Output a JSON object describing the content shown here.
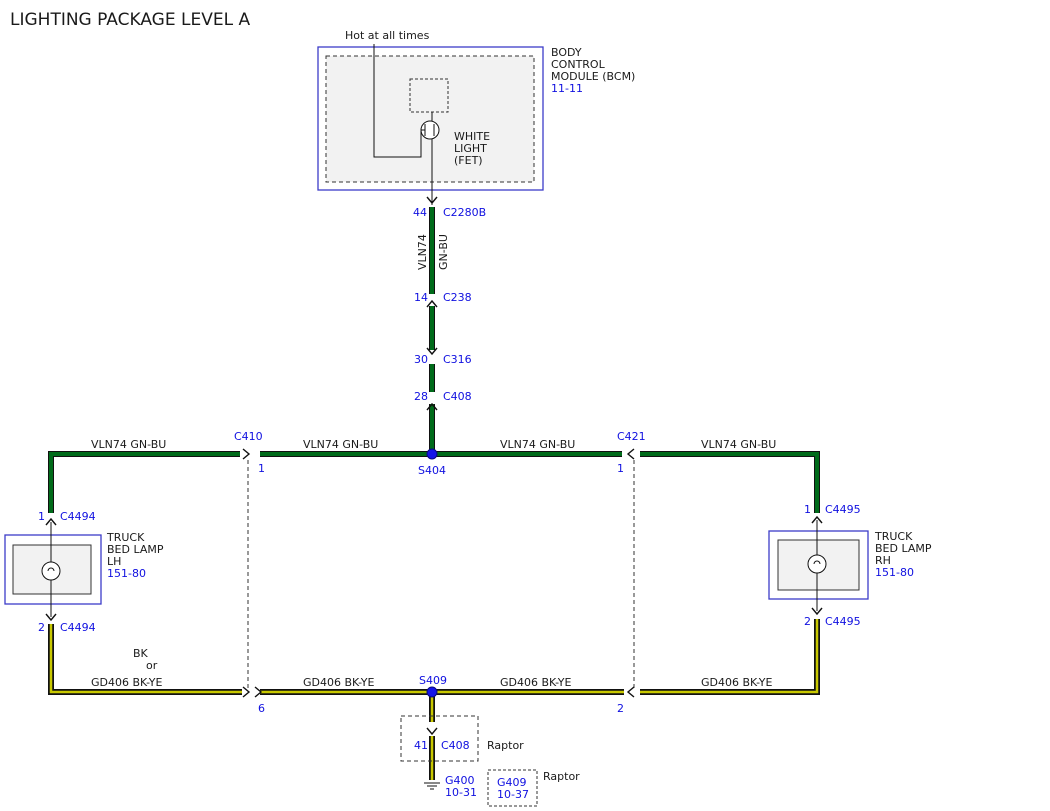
{
  "title": "LIGHTING PACKAGE LEVEL A",
  "colors": {
    "green_wire": "#006b1a",
    "yellow_wire": "#c8c800",
    "connector_text": "#1010e0",
    "module_outline": "#3c3cc8",
    "module_fill": "#f2f2f2"
  },
  "bcm": {
    "hot_label": "Hot at all times",
    "name_line1": "BODY",
    "name_line2": "CONTROL",
    "name_line3": "MODULE (BCM)",
    "ref": "11-11",
    "fet_line1": "WHITE",
    "fet_line2": "LIGHT",
    "fet_line3": "(FET)"
  },
  "vertical_feed": {
    "c2280b_pin": "44",
    "c2280b_name": "C2280B",
    "circuit": "VLN74",
    "wire_color": "GN-BU",
    "c238_pin": "14",
    "c238_name": "C238",
    "c316_pin": "30",
    "c316_name": "C316",
    "c408_pin": "28",
    "c408_name": "C408"
  },
  "feed_bus": {
    "left_label": "VLN74  GN-BU",
    "mid_left_label": "VLN74  GN-BU",
    "mid_right_label": "VLN74  GN-BU",
    "right_label": "VLN74  GN-BU",
    "c410_name": "C410",
    "c410_pin": "1",
    "c421_name": "C421",
    "c421_pin": "1",
    "splice": "S404"
  },
  "lamp_lh": {
    "top_pin": "1",
    "top_connector": "C4494",
    "name_line1": "TRUCK",
    "name_line2": "BED LAMP",
    "name_line3": "LH",
    "ref": "151-80",
    "bottom_pin": "2",
    "bottom_connector": "C4494"
  },
  "lamp_rh": {
    "top_pin": "1",
    "top_connector": "C4495",
    "name_line1": "TRUCK",
    "name_line2": "BED LAMP",
    "name_line3": "RH",
    "ref": "151-80",
    "bottom_pin": "2",
    "bottom_connector": "C4495"
  },
  "ground_bus": {
    "bk": "BK",
    "or": "or",
    "left_label": "GD406  BK-YE",
    "mid_left_label": "GD406  BK-YE",
    "mid_right_label": "GD406  BK-YE",
    "right_label": "GD406  BK-YE",
    "c410_pin": "6",
    "c421_pin": "2",
    "splice": "S409",
    "c408_pin": "41",
    "c408_name": "C408",
    "raptor_1": "Raptor",
    "g400_name": "G400",
    "g400_ref": "10-31",
    "g409_name": "G409",
    "g409_ref": "10-37",
    "raptor_2": "Raptor"
  }
}
